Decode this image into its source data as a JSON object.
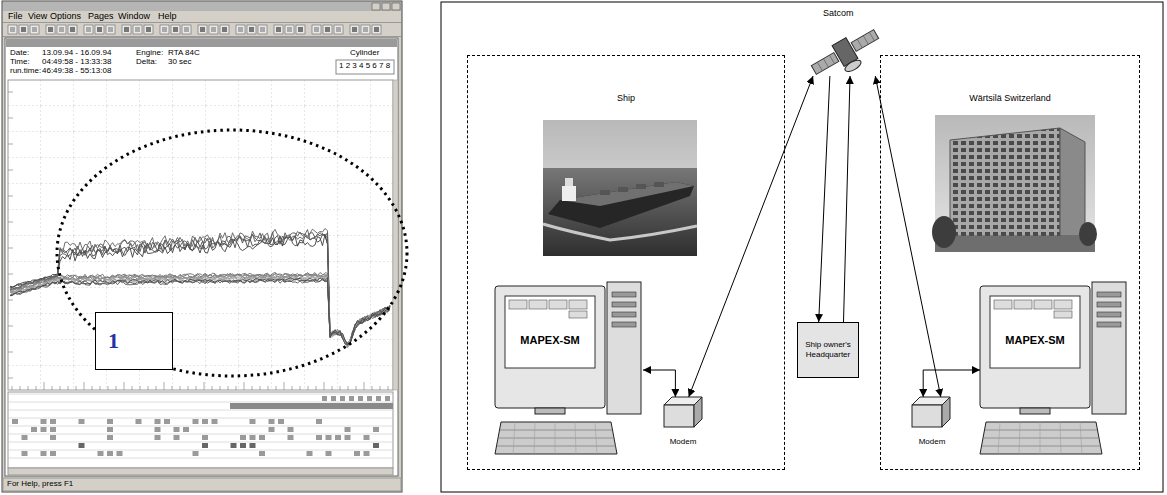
{
  "diagram": {
    "nodes": [
      {
        "text": [
          "1"
        ]
      },
      {
        "text": [
          "Satcom"
        ]
      },
      {
        "text": [
          "Ship"
        ]
      },
      {
        "text": [
          "MAPEX-SM"
        ],
        "in": 2
      },
      {
        "text": [
          "Modem"
        ],
        "in": 2
      },
      {
        "text": [
          "Ship owner's Headquarter"
        ]
      },
      {
        "text": [
          "Wärtsilä Switzerland"
        ]
      },
      {
        "text": [
          "MAPEX-SM"
        ],
        "in": 6
      },
      {
        "text": [
          "Modem"
        ],
        "in": 6
      }
    ],
    "edges": [
      {
        "from": 3,
        "to": 4,
        "arrow": "both"
      },
      {
        "from": 4,
        "to": 1,
        "arrow": "both"
      },
      {
        "from": 1,
        "to": 5,
        "arrow": "to"
      },
      {
        "from": 5,
        "to": 1,
        "arrow": "to"
      },
      {
        "from": 8,
        "to": 1,
        "arrow": "both"
      },
      {
        "from": 8,
        "to": 7,
        "arrow": "both"
      }
    ],
    "labels": [
      "File",
      "View",
      "Options",
      "Pages",
      "Window",
      "Help",
      "Date:",
      "13.09.94 - 16.09.94",
      "Engine:",
      "RTA 84C",
      "Time:",
      "04:49:58 - 13:33:38",
      "Delta:",
      "30 sec",
      "run.time:",
      "46:49:38 - 55:13:08",
      "Cylinder",
      "1 2 3 4 5 6 7 8",
      "For Help, press F1"
    ]
  }
}
